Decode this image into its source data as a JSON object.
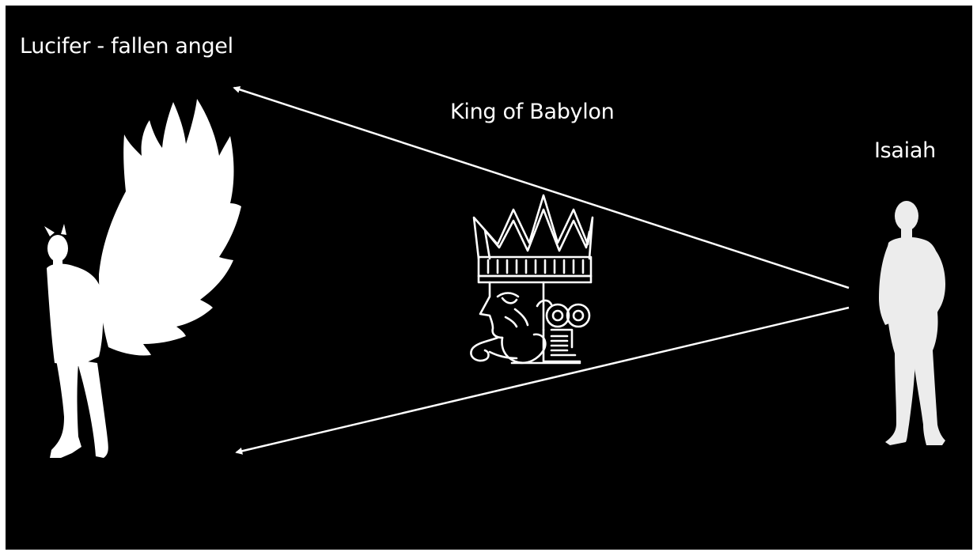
{
  "labels": {
    "lucifer": "Lucifer - fallen angel",
    "king": "King of Babylon",
    "isaiah": "Isaiah"
  },
  "icons": {
    "angel": "winged-angel-silhouette",
    "king": "king-playing-card-face",
    "isaiah": "standing-man-silhouette"
  },
  "colors": {
    "background": "#000000",
    "foreground": "#ffffff",
    "isaiah": "#ececec"
  }
}
